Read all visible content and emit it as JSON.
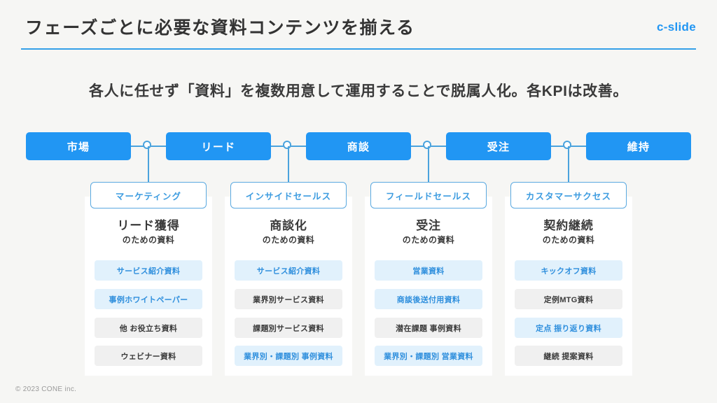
{
  "header": {
    "title": "フェーズごとに必要な資料コンテンツを揃える",
    "logo": "c-slide",
    "accent_color": "#2196f3",
    "rule_color": "#34a0e8"
  },
  "subtitle": "各人に任せず「資料」を複数用意して運用することで脱属人化。各KPIは改善。",
  "phases": [
    {
      "label": "市場"
    },
    {
      "label": "リード"
    },
    {
      "label": "商談"
    },
    {
      "label": "受注"
    },
    {
      "label": "維持"
    }
  ],
  "roles": [
    {
      "label": "マーケティング"
    },
    {
      "label": "インサイドセールス"
    },
    {
      "label": "フィールドセールス"
    },
    {
      "label": "カスタマーサクセス"
    }
  ],
  "columns": [
    {
      "heading": "リード獲得",
      "heading_sub": "のための資料",
      "items": [
        {
          "label": "サービス紹介資料",
          "style": "blue"
        },
        {
          "label": "事例ホワイトペーパー",
          "style": "blue"
        },
        {
          "label": "他 お役立ち資料",
          "style": "gray"
        },
        {
          "label": "ウェビナー資料",
          "style": "gray"
        }
      ]
    },
    {
      "heading": "商談化",
      "heading_sub": "のための資料",
      "items": [
        {
          "label": "サービス紹介資料",
          "style": "blue"
        },
        {
          "label": "業界別サービス資料",
          "style": "gray"
        },
        {
          "label": "課題別サービス資料",
          "style": "gray"
        },
        {
          "label": "業界別・課題別 事例資料",
          "style": "blue"
        }
      ]
    },
    {
      "heading": "受注",
      "heading_sub": "のための資料",
      "items": [
        {
          "label": "営業資料",
          "style": "blue"
        },
        {
          "label": "商談後送付用資料",
          "style": "blue"
        },
        {
          "label": "潜在課題 事例資料",
          "style": "gray"
        },
        {
          "label": "業界別・課題別 営業資料",
          "style": "blue"
        }
      ]
    },
    {
      "heading": "契約継続",
      "heading_sub": "のための資料",
      "items": [
        {
          "label": "キックオフ資料",
          "style": "blue"
        },
        {
          "label": "定例MTG資料",
          "style": "gray"
        },
        {
          "label": "定点 振り返り資料",
          "style": "blue"
        },
        {
          "label": "継続 提案資料",
          "style": "gray"
        }
      ]
    }
  ],
  "footer": "© 2023 CONE inc.",
  "colors": {
    "phase_bar": "#2196f3",
    "chip_blue_bg": "#e1f1fc",
    "chip_blue_text": "#2f8fdd",
    "chip_gray_bg": "#f0f0f0",
    "page_bg": "#f6f6f4",
    "panel_bg": "#ffffff"
  }
}
